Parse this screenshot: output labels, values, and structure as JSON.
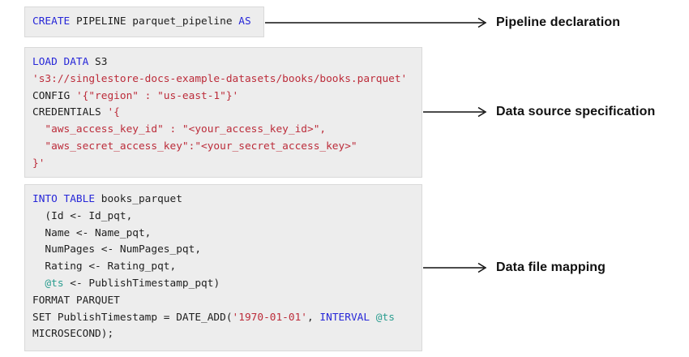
{
  "colors": {
    "keyword": "#2727d8",
    "string": "#bc2c3a",
    "variable": "#2a9d8f",
    "plain": "#1f1f1f",
    "arrow": "#111111",
    "block_background": "#ededed"
  },
  "annotations": [
    {
      "label": "Pipeline declaration"
    },
    {
      "label": "Data source specification"
    },
    {
      "label": "Data file mapping"
    }
  ],
  "code_blocks": [
    {
      "name": "pipeline-declaration",
      "lines": [
        [
          {
            "t": "CREATE",
            "c": "keyword"
          },
          {
            "t": " PIPELINE parquet_pipeline ",
            "c": "plain"
          },
          {
            "t": "AS",
            "c": "keyword"
          }
        ]
      ]
    },
    {
      "name": "data-source-specification",
      "lines": [
        [
          {
            "t": "LOAD DATA",
            "c": "keyword"
          },
          {
            "t": " S3",
            "c": "plain"
          }
        ],
        [
          {
            "t": "'s3://singlestore-docs-example-datasets/books/books.parquet'",
            "c": "string"
          }
        ],
        [
          {
            "t": "CONFIG ",
            "c": "plain"
          },
          {
            "t": "'{\"region\" : \"us-east-1\"}'",
            "c": "string"
          }
        ],
        [
          {
            "t": "CREDENTIALS ",
            "c": "plain"
          },
          {
            "t": "'{",
            "c": "string"
          }
        ],
        [
          {
            "t": "  \"aws_access_key_id\" : \"<your_access_key_id>\",",
            "c": "string"
          }
        ],
        [
          {
            "t": "  \"aws_secret_access_key\":\"<your_secret_access_key>\"",
            "c": "string"
          }
        ],
        [
          {
            "t": "}'",
            "c": "string"
          }
        ]
      ]
    },
    {
      "name": "data-file-mapping",
      "lines": [
        [
          {
            "t": "INTO TABLE",
            "c": "keyword"
          },
          {
            "t": " books_parquet",
            "c": "plain"
          }
        ],
        [
          {
            "t": "  (Id <- Id_pqt,",
            "c": "plain"
          }
        ],
        [
          {
            "t": "  Name <- Name_pqt,",
            "c": "plain"
          }
        ],
        [
          {
            "t": "  NumPages <- NumPages_pqt,",
            "c": "plain"
          }
        ],
        [
          {
            "t": "  Rating <- Rating_pqt,",
            "c": "plain"
          }
        ],
        [
          {
            "t": "  ",
            "c": "plain"
          },
          {
            "t": "@ts",
            "c": "variable"
          },
          {
            "t": " <- PublishTimestamp_pqt)",
            "c": "plain"
          }
        ],
        [
          {
            "t": "FORMAT PARQUET",
            "c": "plain"
          }
        ],
        [
          {
            "t": "SET PublishTimestamp = DATE_ADD(",
            "c": "plain"
          },
          {
            "t": "'1970-01-01'",
            "c": "string"
          },
          {
            "t": ", ",
            "c": "plain"
          },
          {
            "t": "INTERVAL",
            "c": "keyword"
          },
          {
            "t": " ",
            "c": "plain"
          },
          {
            "t": "@ts",
            "c": "variable"
          }
        ],
        [
          {
            "t": "MICROSECOND);",
            "c": "plain"
          }
        ]
      ]
    }
  ]
}
